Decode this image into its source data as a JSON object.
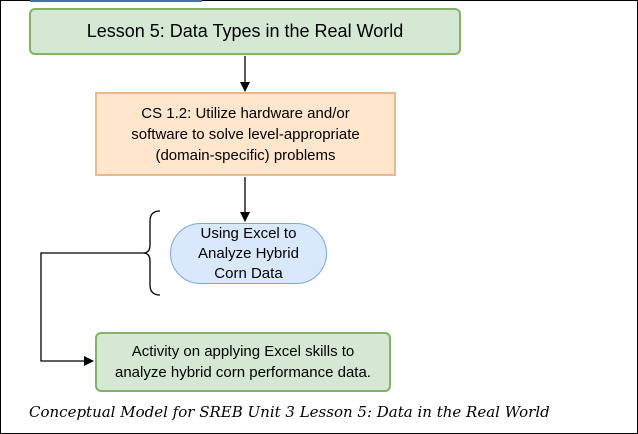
{
  "diagram": {
    "nodes": {
      "lesson": "Lesson 5: Data Types in the Real World",
      "standard": "CS 1.2: Utilize hardware and/or\nsoftware to solve level-appropriate\n(domain-specific) problems",
      "excel": "Using Excel to\nAnalyze Hybrid\nCorn Data",
      "activity": "Activity on applying Excel skills to\nanalyze hybrid corn performance data."
    },
    "colors": {
      "green_fill": "#d5e8d4",
      "green_stroke": "#82b366",
      "orange_fill": "#ffe6cc",
      "orange_stroke": "#e8b98a",
      "blue_fill": "#dae8fc",
      "blue_stroke": "#7ea6e0",
      "line": "#000000"
    }
  },
  "caption": "Conceptual Model for SREB Unit 3 Lesson 5: Data in the Real World"
}
